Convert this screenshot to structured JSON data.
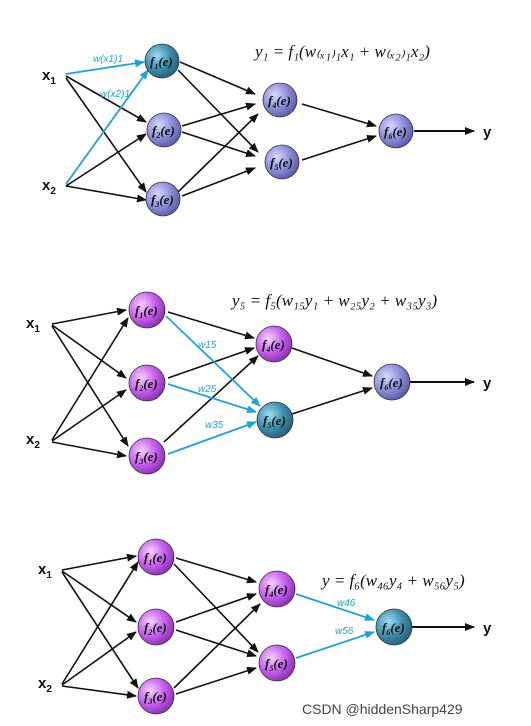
{
  "panels": [
    {
      "id": "panel-1",
      "formula": "y₁ = f₁(w₍ₓ₁₎₁x₁ + w₍ₓ₂₎₁x₂)",
      "inputs": [
        "x",
        "x"
      ],
      "input_subs": [
        "1",
        "2"
      ],
      "nodes": [
        "1",
        "2",
        "3",
        "4",
        "5",
        "6"
      ],
      "node_colors": [
        "#5aa0c0",
        "#8f8fd8",
        "#8f8fd8",
        "#8f8fd8",
        "#8f8fd8",
        "#8f8fd8"
      ],
      "weights": [
        "w(x1)1",
        "w(x2)1"
      ],
      "output": "y"
    },
    {
      "id": "panel-2",
      "formula": "y₅ = f₅(w₁₅y₁ + w₂₅y₂ + w₃₅y₃)",
      "inputs": [
        "x",
        "x"
      ],
      "input_subs": [
        "1",
        "2"
      ],
      "nodes": [
        "1",
        "2",
        "3",
        "4",
        "5",
        "6"
      ],
      "node_colors": [
        "#cc66ee",
        "#cc66ee",
        "#cc66ee",
        "#cc66ee",
        "#2f8aa0",
        "#8f8fd8"
      ],
      "weights": [
        "w15",
        "w25",
        "w35"
      ],
      "output": "y"
    },
    {
      "id": "panel-3",
      "formula": "y = f₆(w₄₆y₄ + w₅₆y₅)",
      "inputs": [
        "x",
        "x"
      ],
      "input_subs": [
        "1",
        "2"
      ],
      "nodes": [
        "1",
        "2",
        "3",
        "4",
        "5",
        "6"
      ],
      "node_colors": [
        "#cc66ee",
        "#cc66ee",
        "#cc66ee",
        "#cc66ee",
        "#cc66ee",
        "#2f8aa0"
      ],
      "weights": [
        "w46",
        "w56"
      ],
      "output": "y"
    }
  ],
  "node_func": "f",
  "node_arg": "(e)",
  "watermark": "CSDN @hiddenSharp429",
  "colors": {
    "arrow_black": "#111111",
    "arrow_blue": "#1fa3d6"
  }
}
